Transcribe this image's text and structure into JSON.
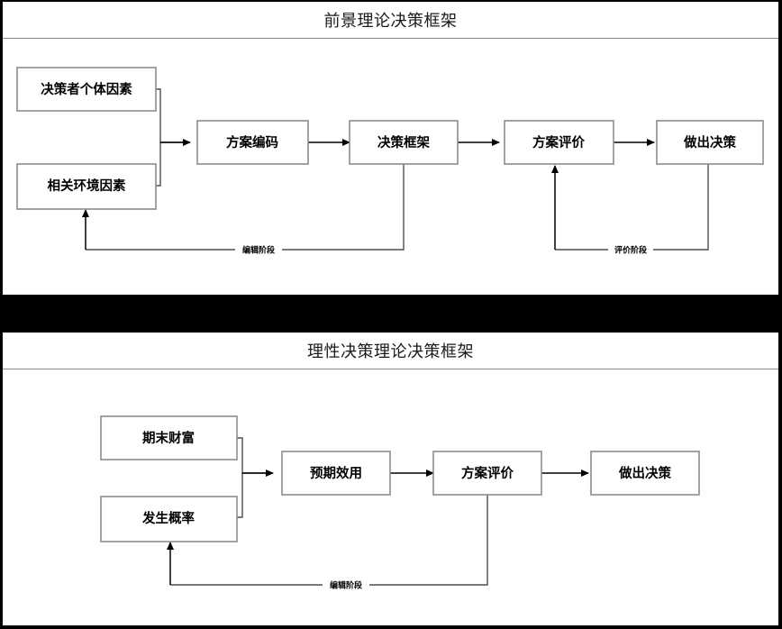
{
  "page": {
    "background_color": "#000000",
    "panel_color": "#ffffff",
    "box_border_color": "#8c8c8c",
    "connector_color": "#4d4d4d",
    "text_color": "#000000"
  },
  "panels": [
    {
      "id": "prospect-theory",
      "title": "前景理论决策框架",
      "nodes": [
        {
          "id": "n1",
          "label": "决策者个体因素"
        },
        {
          "id": "n2",
          "label": "相关环境因素"
        },
        {
          "id": "n3",
          "label": "方案编码"
        },
        {
          "id": "n4",
          "label": "决策框架"
        },
        {
          "id": "n5",
          "label": "方案评价"
        },
        {
          "id": "n6",
          "label": "做出决策"
        }
      ],
      "loop_labels": [
        {
          "id": "l1",
          "label": "编辑阶段"
        },
        {
          "id": "l2",
          "label": "评价阶段"
        }
      ]
    },
    {
      "id": "rational-decision-theory",
      "title": "理性决策理论决策框架",
      "nodes": [
        {
          "id": "m1",
          "label": "期末财富"
        },
        {
          "id": "m2",
          "label": "发生概率"
        },
        {
          "id": "m3",
          "label": "预期效用"
        },
        {
          "id": "m4",
          "label": "方案评价"
        },
        {
          "id": "m5",
          "label": "做出决策"
        }
      ],
      "loop_labels": [
        {
          "id": "l3",
          "label": "编辑阶段"
        }
      ]
    }
  ]
}
